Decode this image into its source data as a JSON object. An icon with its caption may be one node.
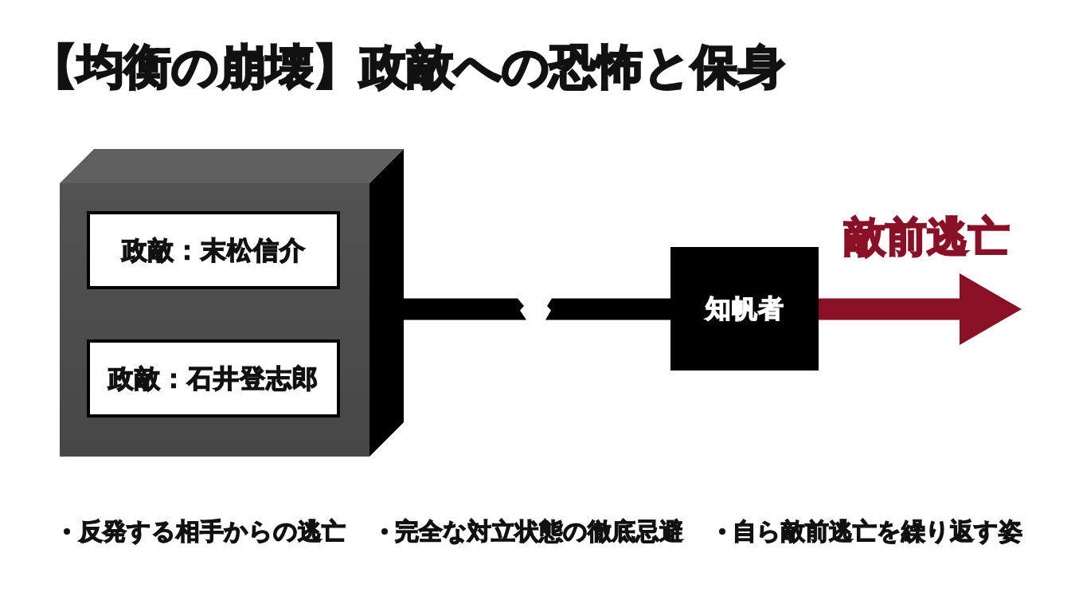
{
  "diagram": {
    "title": "【均衡の崩壊】政敵への恐怖と保身",
    "nodes": [
      {
        "text": [],
        "shape": "box"
      },
      {
        "text": [
          "政敵：末松信介"
        ],
        "in": 0
      },
      {
        "text": [
          "政敵：石井登志郎"
        ],
        "in": 0
      },
      {
        "text": [
          "知帆者"
        ]
      }
    ],
    "edges": [
      {
        "from": 0,
        "to": 3,
        "arrow": "none",
        "style": "thick"
      },
      {
        "from": 3,
        "to": null,
        "arrow": "to",
        "label": "敵前逃亡",
        "style": "thick",
        "color": "#8a1027"
      }
    ],
    "labels": [
      "反発する相手からの逃亡",
      "完全な対立状態の徹底忌避",
      "自ら敵前逃亡を繰り返す姿"
    ]
  }
}
